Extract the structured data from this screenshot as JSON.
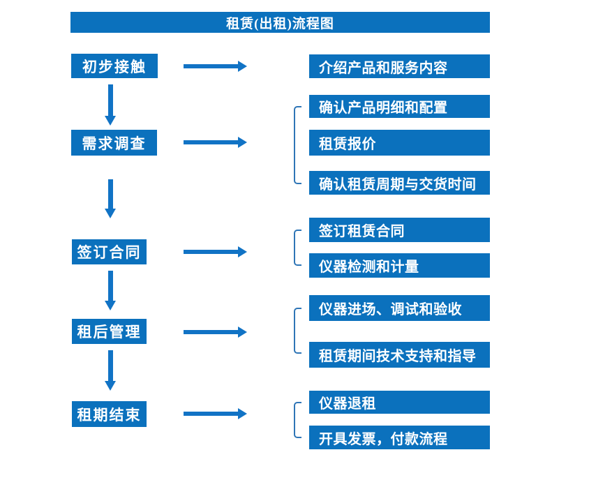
{
  "title": "租赁(出租)流程图",
  "colors": {
    "primary": "#0b71bd",
    "arrow": "#1173c5",
    "bracket": "#2e75b6",
    "text": "#ffffff"
  },
  "steps": [
    {
      "label": "初步接触",
      "details": [
        "介绍产品和服务内容"
      ]
    },
    {
      "label": "需求调查",
      "details": [
        "确认产品明细和配置",
        "租赁报价",
        "确认租赁周期与交货时间"
      ]
    },
    {
      "label": "签订合同",
      "details": [
        "签订租赁合同",
        "仪器检测和计量"
      ]
    },
    {
      "label": "租后管理",
      "details": [
        "仪器进场、调试和验收",
        "租赁期间技术支持和指导"
      ]
    },
    {
      "label": "租期结束",
      "details": [
        "仪器退租",
        "开具发票，付款流程"
      ]
    }
  ]
}
